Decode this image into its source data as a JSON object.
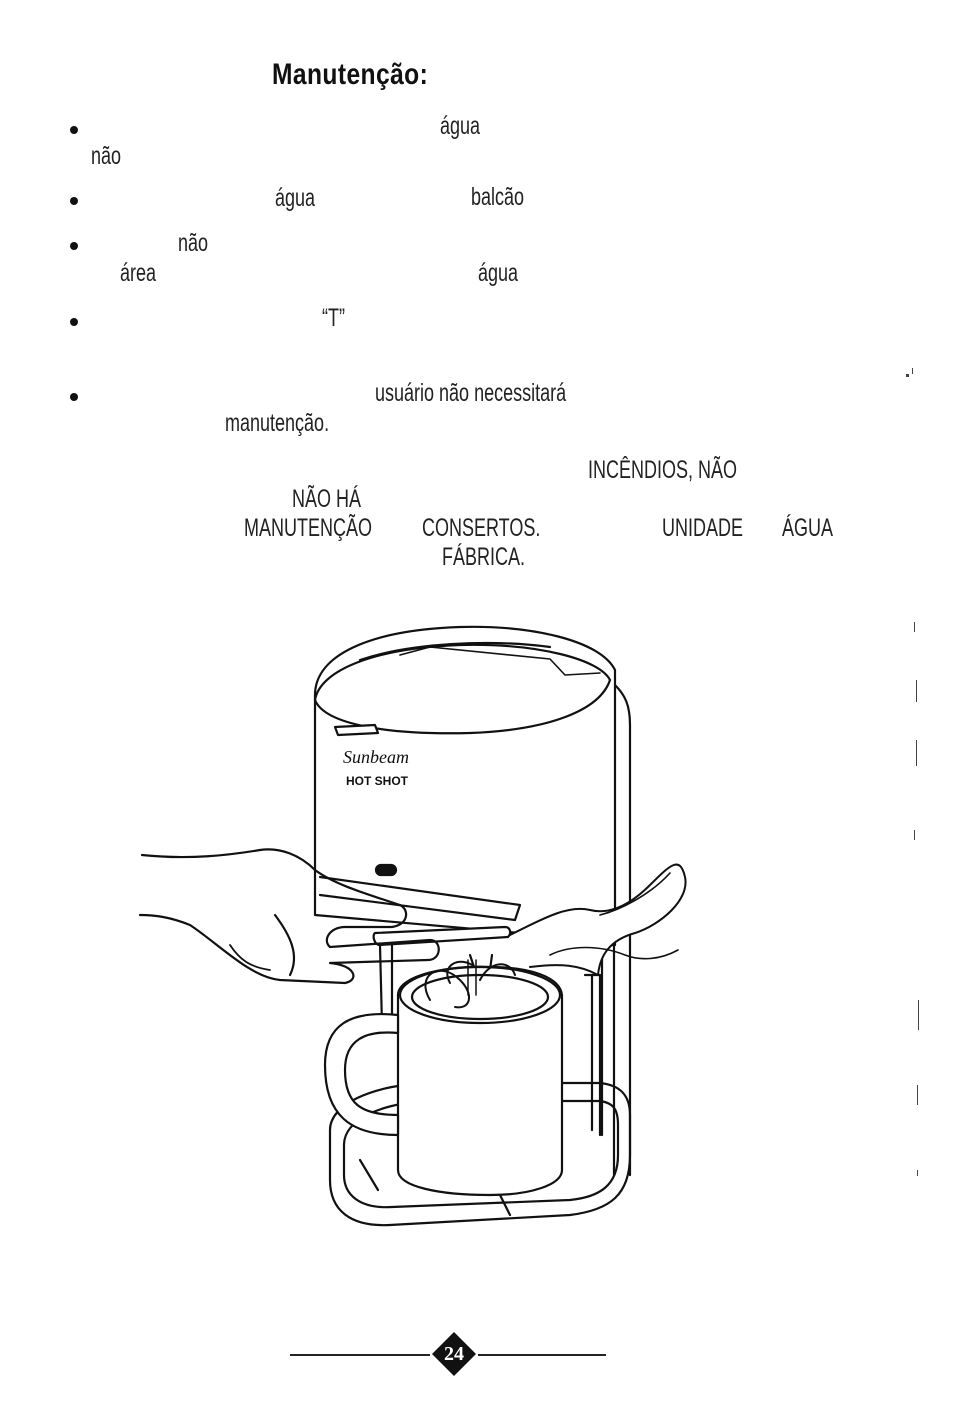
{
  "title": "Manutenção:",
  "fragments": {
    "b1_agua": "água",
    "b1_nao": "não",
    "b2_agua": "água",
    "b2_balcao": "balcão",
    "b3_nao": "não",
    "b3_area": "área",
    "b3_agua": "água",
    "b4_t": "“T”",
    "b5_usuario": "usuário não necessitará",
    "b5_manutencao": "manutenção.",
    "w1_incendios": "INCÊNDIOS, NÃO",
    "w2_naoha": "NÃO HÁ",
    "w3_manutencao": "MANUTENÇÃO",
    "w3_consertos": "CONSERTOS.",
    "w3_unidade": "UNIDADE",
    "w3_agua": "ÁGUA",
    "w4_fabrica": "FÁBRICA."
  },
  "illustration": {
    "brand": "Sunbeam",
    "model": "HOT SHOT"
  },
  "page_number": "24"
}
